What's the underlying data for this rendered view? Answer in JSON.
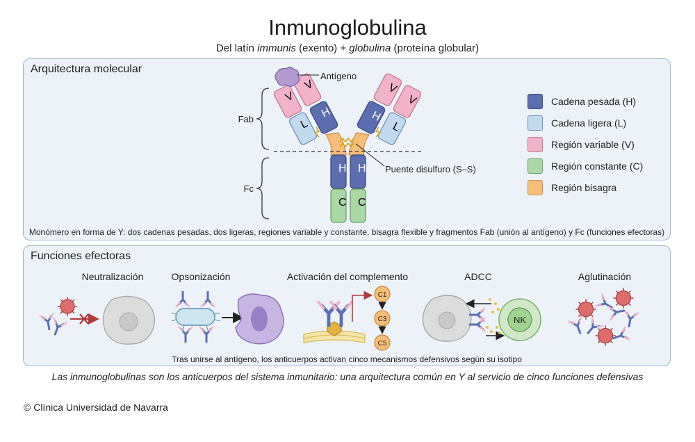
{
  "title": "Inmunoglobulina",
  "subtitle": {
    "prefix": "Del latín ",
    "latin": "immunis",
    "middle": " (exento) + ",
    "root": "globulina",
    "suffix": " (proteína globular)"
  },
  "architecture": {
    "heading": "Arquitectura molecular",
    "labels": {
      "antigen": "Antígeno",
      "fab": "Fab",
      "fc": "Fc",
      "disulfide": "Puente disulfuro (S–S)"
    },
    "segment_letters": {
      "variable": "V",
      "heavy": "H",
      "light": "L",
      "constant": "C"
    },
    "caption": "Monómero en forma de Y: dos cadenas pesadas, dos ligeras, regiones variable y constante, bisagra flexible y fragmentos Fab (unión al antígeno) y Fc (funciones efectoras)"
  },
  "legend": [
    {
      "label": "Cadena pesada (H)",
      "fill": "#5b6fb0",
      "stroke": "#38478a"
    },
    {
      "label": "Cadena ligera (L)",
      "fill": "#c2daf0",
      "stroke": "#6f92b8"
    },
    {
      "label": "Región variable (V)",
      "fill": "#f2b3c9",
      "stroke": "#c07892"
    },
    {
      "label": "Región constante (C)",
      "fill": "#a9d8a5",
      "stroke": "#66a162"
    },
    {
      "label": "Región bisagra",
      "fill": "#f8bd78",
      "stroke": "#d2924b"
    }
  ],
  "functions": {
    "heading": "Funciones efectoras",
    "items": [
      {
        "label": "Neutralización"
      },
      {
        "label": "Opsonización"
      },
      {
        "label": "Activación del complemento",
        "steps": [
          "C1",
          "C3",
          "C5"
        ]
      },
      {
        "label": "ADCC",
        "cell_label": "NK"
      },
      {
        "label": "Aglutinación"
      }
    ],
    "caption": "Tras unirse al antígeno, los anticuerpos activan cinco mecanismos defensivos según su isotipo"
  },
  "footer": "Las inmunoglobulinas son los anticuerpos del sistema inmunitario: una arquitectura común en Y al servicio de cinco funciones defensivas",
  "copyright": "© Clínica Universidad de Navarra",
  "colors": {
    "heavy": "#5b6fb0",
    "light": "#c2daf0",
    "variable": "#f2b3c9",
    "constant": "#a9d8a5",
    "hinge": "#f8bd78",
    "antigen": "#b49ad0",
    "panel": "#edf2f8",
    "accent_red": "#b23a3a"
  }
}
